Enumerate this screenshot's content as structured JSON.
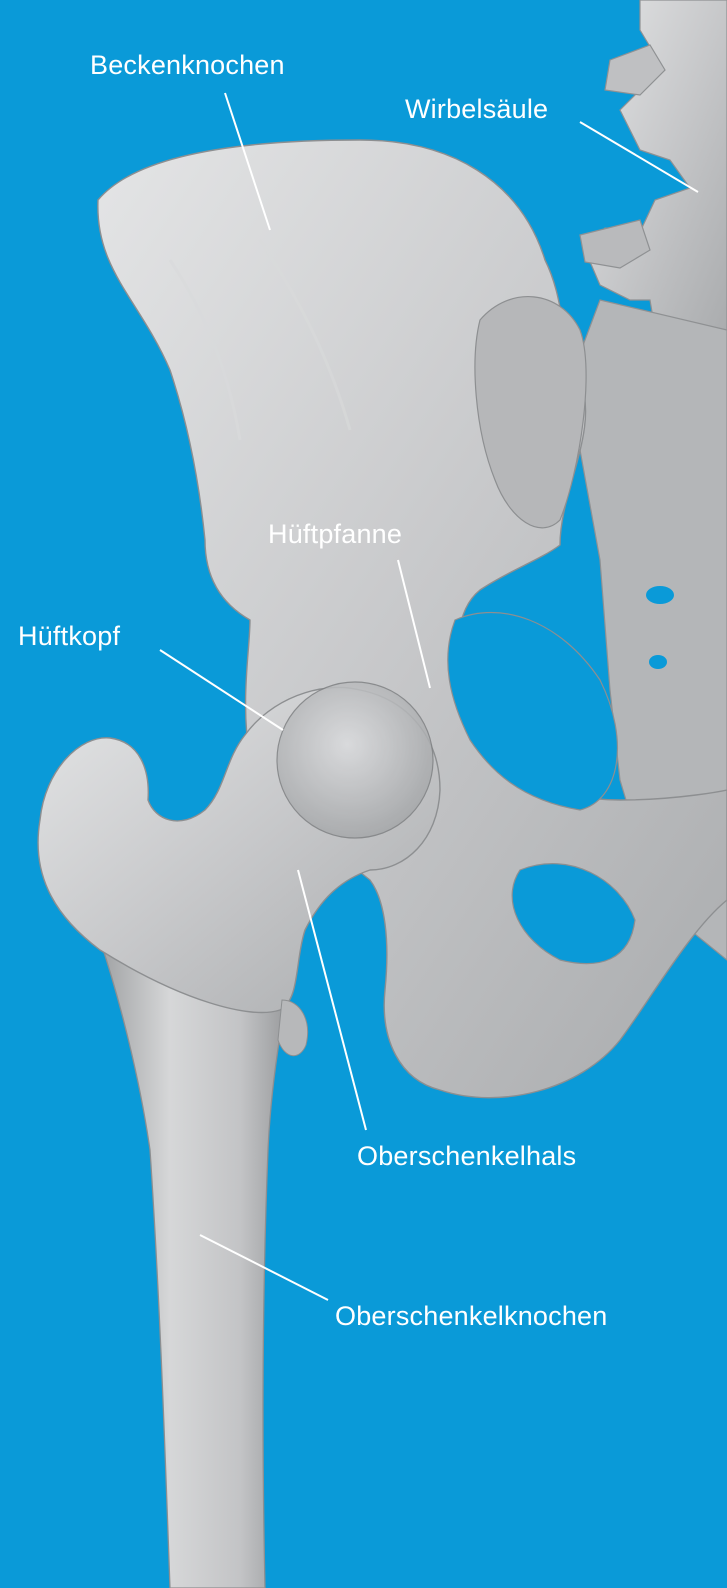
{
  "background_color": "#0a9ad8",
  "bone_color": "#c9cacc",
  "label_color": "#ffffff",
  "labels": {
    "pelvis": "Beckenknochen",
    "spine": "Wirbelsäule",
    "acetabulum": "Hüftpfanne",
    "femoral_head": "Hüftkopf",
    "femoral_neck": "Oberschenkelhals",
    "femur": "Oberschenkelknochen"
  }
}
